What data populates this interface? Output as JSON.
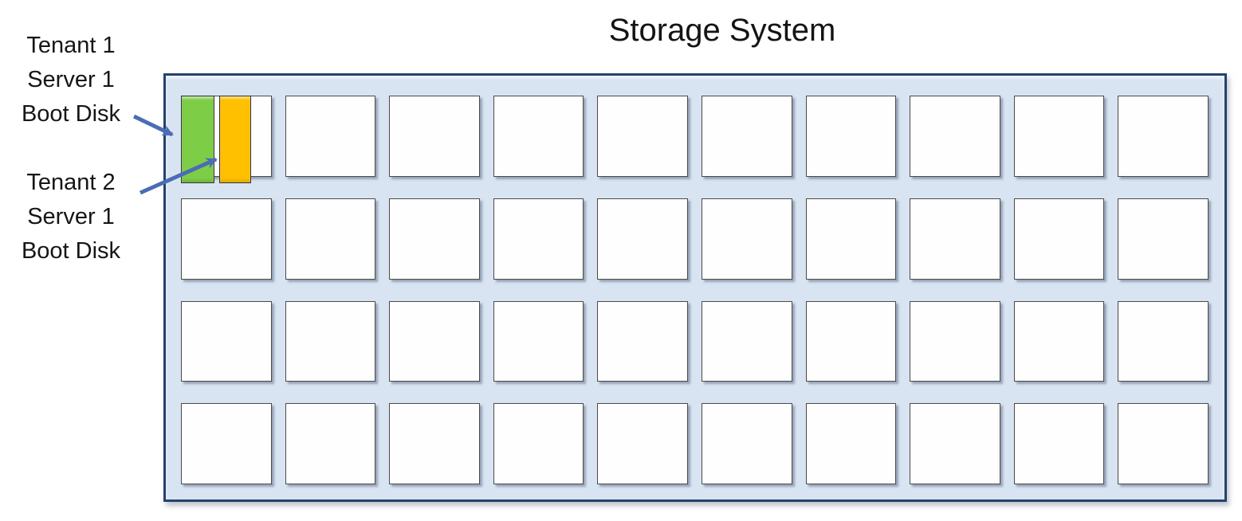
{
  "title": "Storage System",
  "labels": [
    {
      "name": "tenant1-callout",
      "lines": [
        "Tenant 1",
        "Server 1",
        "Boot Disk"
      ]
    },
    {
      "name": "tenant2-callout",
      "lines": [
        "Tenant 2",
        "Server 1",
        "Boot Disk"
      ]
    }
  ],
  "grid": {
    "rows": 4,
    "columns": 10,
    "total_cells": 40
  },
  "allocations": [
    {
      "cell_index": 0,
      "label": "Tenant 1 Server 1 Boot Disk",
      "color": "#7ecd47"
    },
    {
      "cell_index": 0,
      "label": "Tenant 2 Server 1 Boot Disk",
      "color": "#ffc000"
    }
  ],
  "colors": {
    "container_fill": "#d9e4f2",
    "container_border": "#26416d",
    "cell_fill": "#fefefe",
    "cell_border": "#4a4a4a",
    "tenant1_fill": "#7ecd47",
    "tenant2_fill": "#ffc000",
    "arrow": "#4a6db4",
    "title_text": "#141414"
  }
}
